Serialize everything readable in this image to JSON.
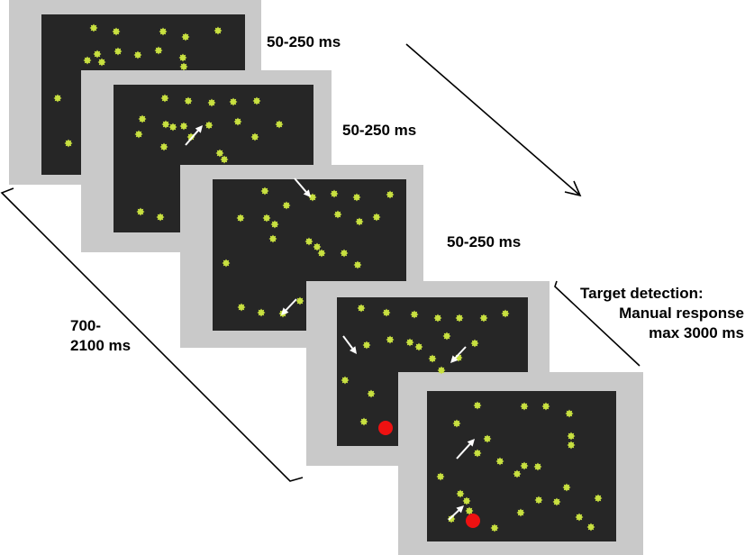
{
  "colors": {
    "frame": "#c9c9c9",
    "screen": "#262626",
    "dot": "#c8e040",
    "target": "#ee1111",
    "arrow": "#ffffff",
    "lines": "#000000"
  },
  "durations": {
    "frame1": "50-250 ms",
    "frame2": "50-250 ms",
    "frame3": "50-250 ms"
  },
  "interval": {
    "line1": "700-",
    "line2": "2100 ms"
  },
  "target_detection": {
    "line1": "Target detection:",
    "line2": "Manual response",
    "line3": "max 3000 ms"
  },
  "icons": {
    "stimulus_dot": "starburst-dot-icon",
    "motion_arrow": "white-arrow-icon",
    "target": "red-target-disc-icon",
    "time_axis": "time-arrow-icon"
  }
}
